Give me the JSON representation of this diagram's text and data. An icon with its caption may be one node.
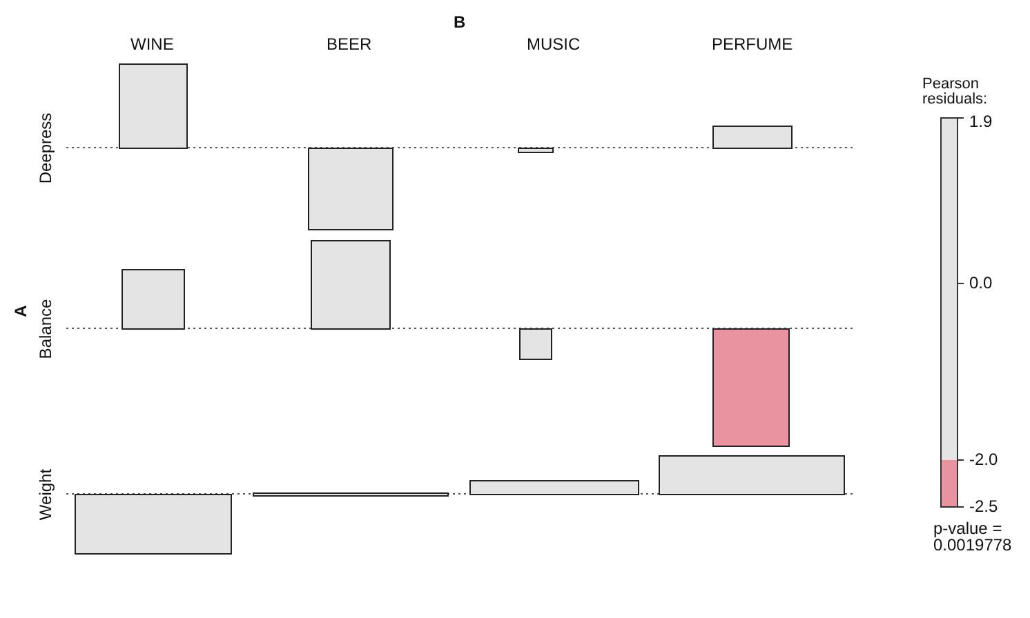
{
  "diagram": {
    "labels": [
      "B",
      "WINE",
      "BEER",
      "MUSIC",
      "PERFUME",
      "Pearson residuals:",
      "A",
      "Deepress",
      "1.9",
      "0.0",
      "Balance",
      "-2.0",
      "-2.5",
      "Weight",
      "p-value = 0.0019778"
    ]
  }
}
